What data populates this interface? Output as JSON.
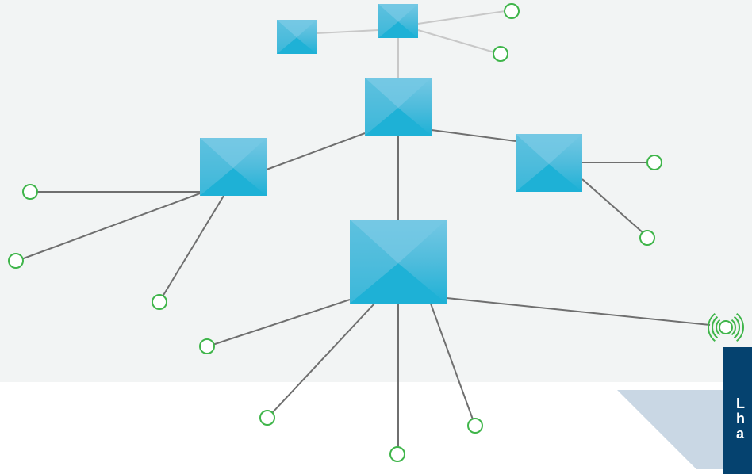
{
  "diagram": {
    "type": "network-topology",
    "colors": {
      "node_fill_top": "#75c8e4",
      "node_fill_mid": "#4fbcdc",
      "node_fill_bottom": "#1eb1d6",
      "link_primary": "#6f6f6f",
      "link_secondary": "#c8c8c8",
      "endpoint": "#3fb54a",
      "panel_background": "#f2f4f4",
      "callout_background": "#05426f",
      "callout_shadow": "#c9d7e4"
    },
    "nodes": [
      {
        "id": "hub-small-left",
        "label": ""
      },
      {
        "id": "hub-small-top",
        "label": ""
      },
      {
        "id": "switch-core",
        "label": ""
      },
      {
        "id": "switch-left",
        "label": ""
      },
      {
        "id": "switch-right",
        "label": ""
      },
      {
        "id": "switch-main",
        "label": ""
      }
    ],
    "endpoints": [
      {
        "id": "ep-top-1",
        "kind": "device"
      },
      {
        "id": "ep-top-2",
        "kind": "device"
      },
      {
        "id": "ep-left-1",
        "kind": "device"
      },
      {
        "id": "ep-left-2",
        "kind": "device"
      },
      {
        "id": "ep-left-3",
        "kind": "device"
      },
      {
        "id": "ep-right-1",
        "kind": "device"
      },
      {
        "id": "ep-right-2",
        "kind": "device"
      },
      {
        "id": "ep-main-1",
        "kind": "device"
      },
      {
        "id": "ep-main-2",
        "kind": "device"
      },
      {
        "id": "ep-main-3",
        "kind": "device"
      },
      {
        "id": "ep-main-4",
        "kind": "device"
      },
      {
        "id": "ep-wireless",
        "kind": "wireless-icon"
      }
    ],
    "links": [
      {
        "from": "hub-small-left",
        "to": "hub-small-top",
        "style": "secondary"
      },
      {
        "from": "hub-small-top",
        "to": "ep-top-1",
        "style": "secondary"
      },
      {
        "from": "hub-small-top",
        "to": "ep-top-2",
        "style": "secondary"
      },
      {
        "from": "hub-small-top",
        "to": "switch-core",
        "style": "secondary"
      },
      {
        "from": "switch-core",
        "to": "switch-left",
        "style": "primary"
      },
      {
        "from": "switch-core",
        "to": "switch-right",
        "style": "primary"
      },
      {
        "from": "switch-core",
        "to": "switch-main",
        "style": "primary"
      },
      {
        "from": "switch-left",
        "to": "ep-left-1",
        "style": "primary"
      },
      {
        "from": "switch-left",
        "to": "ep-left-2",
        "style": "primary"
      },
      {
        "from": "switch-left",
        "to": "ep-left-3",
        "style": "primary"
      },
      {
        "from": "switch-right",
        "to": "ep-right-1",
        "style": "primary"
      },
      {
        "from": "switch-right",
        "to": "ep-right-2",
        "style": "primary"
      },
      {
        "from": "switch-main",
        "to": "ep-main-1",
        "style": "primary"
      },
      {
        "from": "switch-main",
        "to": "ep-main-2",
        "style": "primary"
      },
      {
        "from": "switch-main",
        "to": "ep-main-3",
        "style": "primary"
      },
      {
        "from": "switch-main",
        "to": "ep-main-4",
        "style": "primary"
      },
      {
        "from": "switch-main",
        "to": "ep-wireless",
        "style": "primary"
      }
    ]
  },
  "callout": {
    "lines": [
      "L",
      "h",
      "a"
    ]
  }
}
